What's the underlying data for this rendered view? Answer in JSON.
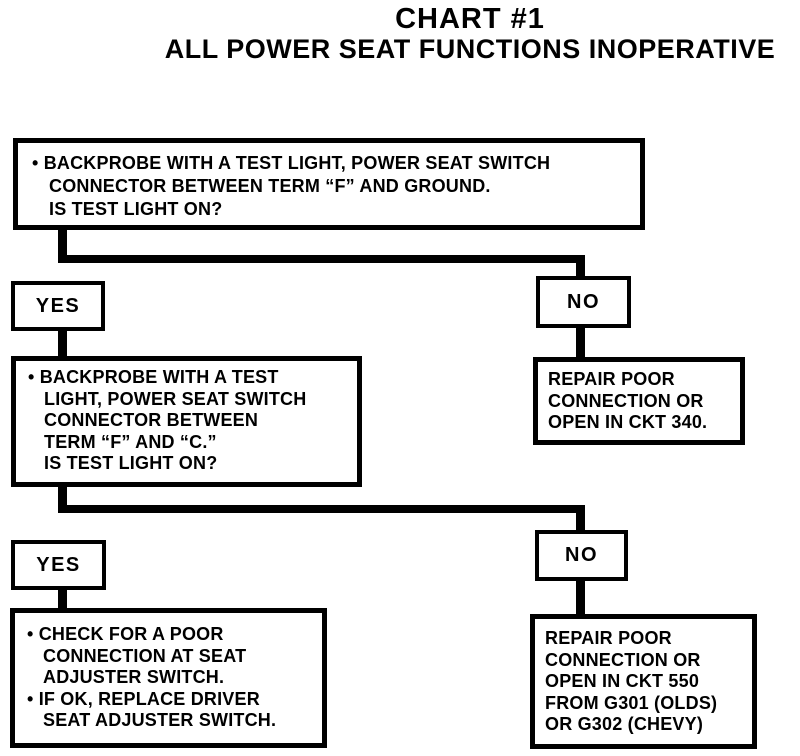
{
  "title": "CHART #1",
  "subtitle": "ALL POWER SEAT FUNCTIONS INOPERATIVE",
  "colors": {
    "ink": "#000000",
    "paper": "#ffffff"
  },
  "flowchart": {
    "step1": {
      "lines": [
        "• BACKPROBE WITH A TEST LIGHT, POWER SEAT SWITCH",
        "CONNECTOR BETWEEN TERM “F” AND GROUND.",
        "IS TEST LIGHT ON?"
      ]
    },
    "yes1": {
      "label": "YES"
    },
    "no1": {
      "label": "NO"
    },
    "step2": {
      "lines": [
        "• BACKPROBE WITH A TEST",
        "LIGHT, POWER SEAT SWITCH",
        "CONNECTOR BETWEEN",
        "TERM “F” AND “C.”",
        "IS TEST LIGHT ON?"
      ]
    },
    "repair1": {
      "lines": [
        "REPAIR POOR",
        "CONNECTION OR",
        "OPEN IN CKT 340."
      ]
    },
    "yes2": {
      "label": "YES"
    },
    "no2": {
      "label": "NO"
    },
    "action1": {
      "lines": [
        "• CHECK FOR A POOR",
        "CONNECTION AT SEAT",
        "ADJUSTER SWITCH.",
        "• IF OK, REPLACE DRIVER",
        "SEAT ADJUSTER SWITCH."
      ]
    },
    "repair2": {
      "lines": [
        "REPAIR POOR",
        "CONNECTION OR",
        "OPEN IN CKT 550",
        "FROM G301 (OLDS)",
        "OR G302 (CHEVY)"
      ]
    }
  }
}
